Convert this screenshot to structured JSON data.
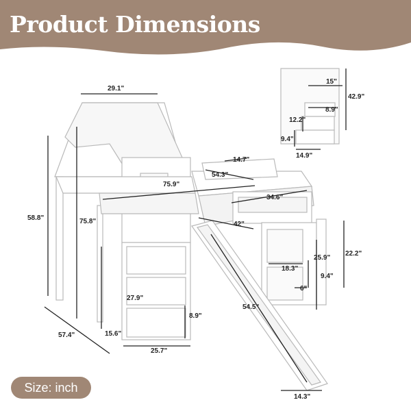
{
  "header": {
    "title": "Product Dimensions",
    "band_color": "#a08775"
  },
  "dimensions": {
    "roof_width": "29.1\"",
    "total_height": "58.8\"",
    "tower_height": "75.8\"",
    "bed_length": "75.9\"",
    "length_54_3": "54.3\"",
    "length_14_7": "14.7\"",
    "length_34_6": "34.6\"",
    "depth_42": "42\"",
    "drawer_height_27_9": "27.9\"",
    "drawer_8_9": "8.9\"",
    "depth_57_4": "57.4\"",
    "height_15_6": "15.6\"",
    "drawer_width_25_7": "25.7\"",
    "slide_length": "54.5\"",
    "slide_width": "14.3\"",
    "cabinet_25_9": "25.9\"",
    "cabinet_22_2": "22.2\"",
    "cabinet_18_3": "18.3\"",
    "cabinet_9_4": "9.4\"",
    "cabinet_6": "6\"",
    "stair_15": "15\"",
    "stair_42_9": "42.9\"",
    "stair_8_9": "8.9\"",
    "stair_12_2": "12.2\"",
    "stair_9_4": "9.4\"",
    "stair_14_9": "14.9\""
  },
  "size_label": "Size: inch"
}
